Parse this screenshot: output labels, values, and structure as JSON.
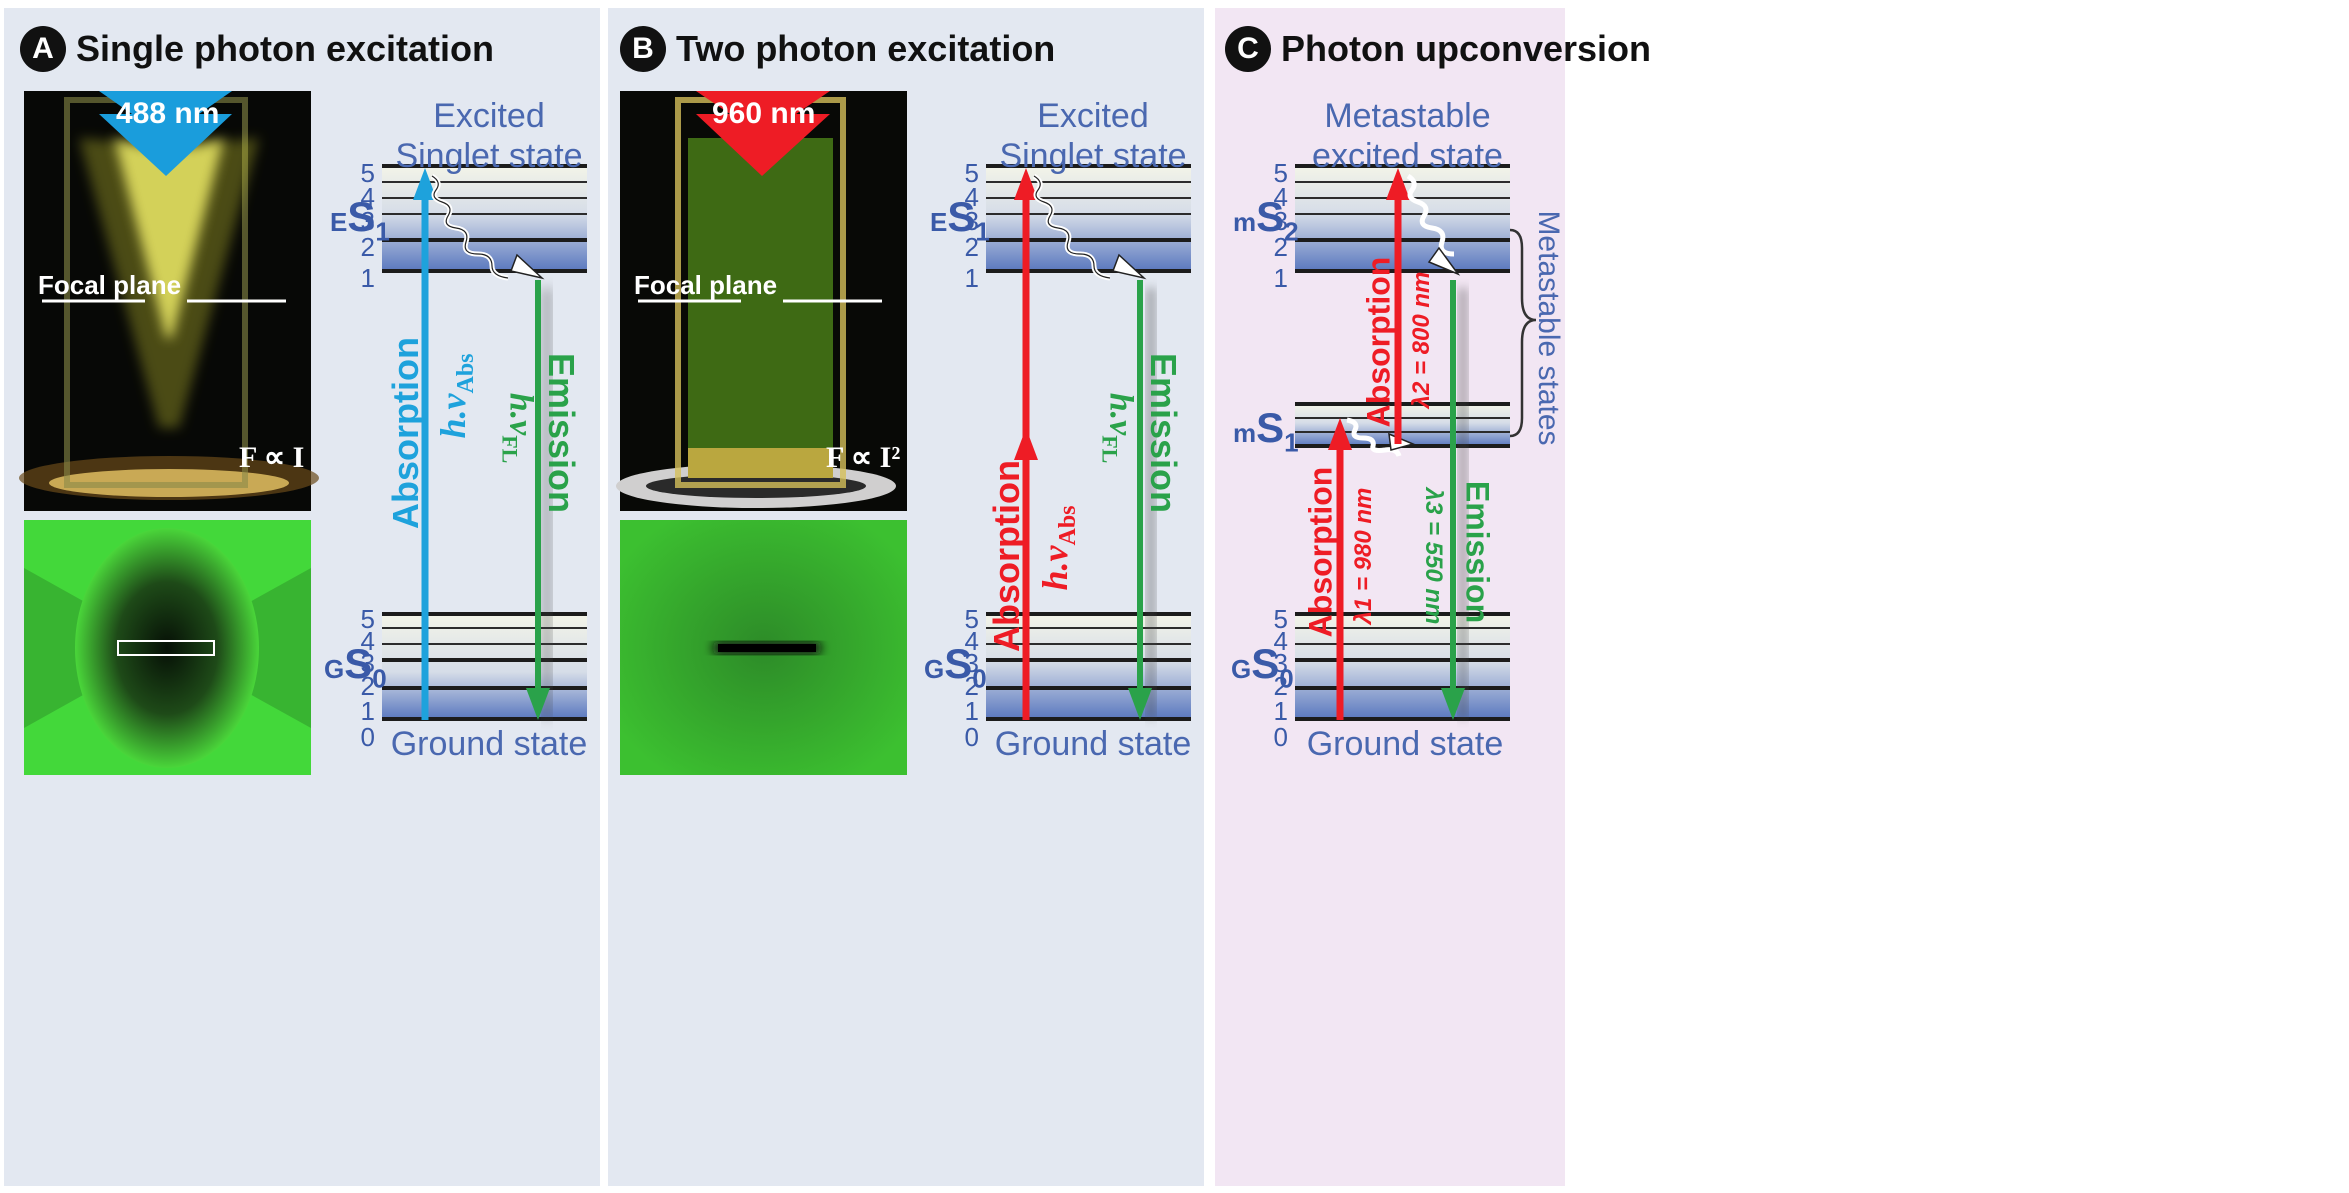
{
  "panels": {
    "a": {
      "badge": "A",
      "title": "Single photon excitation",
      "wavelength": "488 nm",
      "focal_plane": "Focal plane",
      "fluor_law": "F ∝ I"
    },
    "b": {
      "badge": "B",
      "title": "Two photon excitation",
      "wavelength": "960 nm",
      "focal_plane": "Focal plane",
      "fluor_law": "F ∝ I²"
    },
    "c": {
      "badge": "C",
      "title": "Photon upconversion"
    }
  },
  "diagrams": {
    "a": {
      "top_state_line1": "Excited",
      "top_state_line2": "Singlet state",
      "bottom_state": "Ground state",
      "upper_label_pre": "E",
      "upper_label_main": "S",
      "upper_label_sub": "1",
      "lower_label_pre": "G",
      "lower_label_main": "S",
      "lower_label_sub": "0",
      "absorption": "Absorption",
      "emission": "Emission",
      "h_abs": "h.ν",
      "h_abs_sub": "Abs",
      "h_fl": "h.ν",
      "h_fl_sub": "FL"
    },
    "b": {
      "top_state_line1": "Excited",
      "top_state_line2": "Singlet state",
      "bottom_state": "Ground state",
      "upper_label_pre": "E",
      "upper_label_main": "S",
      "upper_label_sub": "1",
      "lower_label_pre": "G",
      "lower_label_main": "S",
      "lower_label_sub": "0",
      "absorption": "Absorption",
      "emission": "Emission",
      "h_abs": "h.ν",
      "h_abs_sub": "Abs",
      "h_fl": "h.ν",
      "h_fl_sub": "FL"
    },
    "c": {
      "top_state_line1": "Metastable",
      "top_state_line2": "excited state",
      "bottom_state": "Ground state",
      "upper_label_pre": "m",
      "upper_label_main": "S",
      "upper_label_sub": "2",
      "mid_label_pre": "m",
      "mid_label_main": "S",
      "mid_label_sub": "1",
      "lower_label_pre": "G",
      "lower_label_main": "S",
      "lower_label_sub": "0",
      "metastable_states": "Metastable states",
      "absorption_1": "Absorption",
      "lambda_1": "λ1 = 980 nm",
      "absorption_2": "Absorption",
      "lambda_2": "λ2 = 800 nm",
      "emission": "Emission",
      "lambda_3": "λ3 = 550 nm"
    }
  },
  "level_numbers": {
    "upper": [
      "5",
      "4",
      "3",
      "2",
      "1"
    ],
    "lower": [
      "5",
      "4",
      "3",
      "2",
      "1",
      "0"
    ]
  },
  "colors": {
    "panel_ab_bg": "#e3e8f1",
    "panel_c_bg": "#f2e6f3",
    "state_text": "#4a68b0",
    "absorption_blue": "#1ea2dc",
    "absorption_red": "#ee1c25",
    "emission_green": "#2aa24a"
  }
}
